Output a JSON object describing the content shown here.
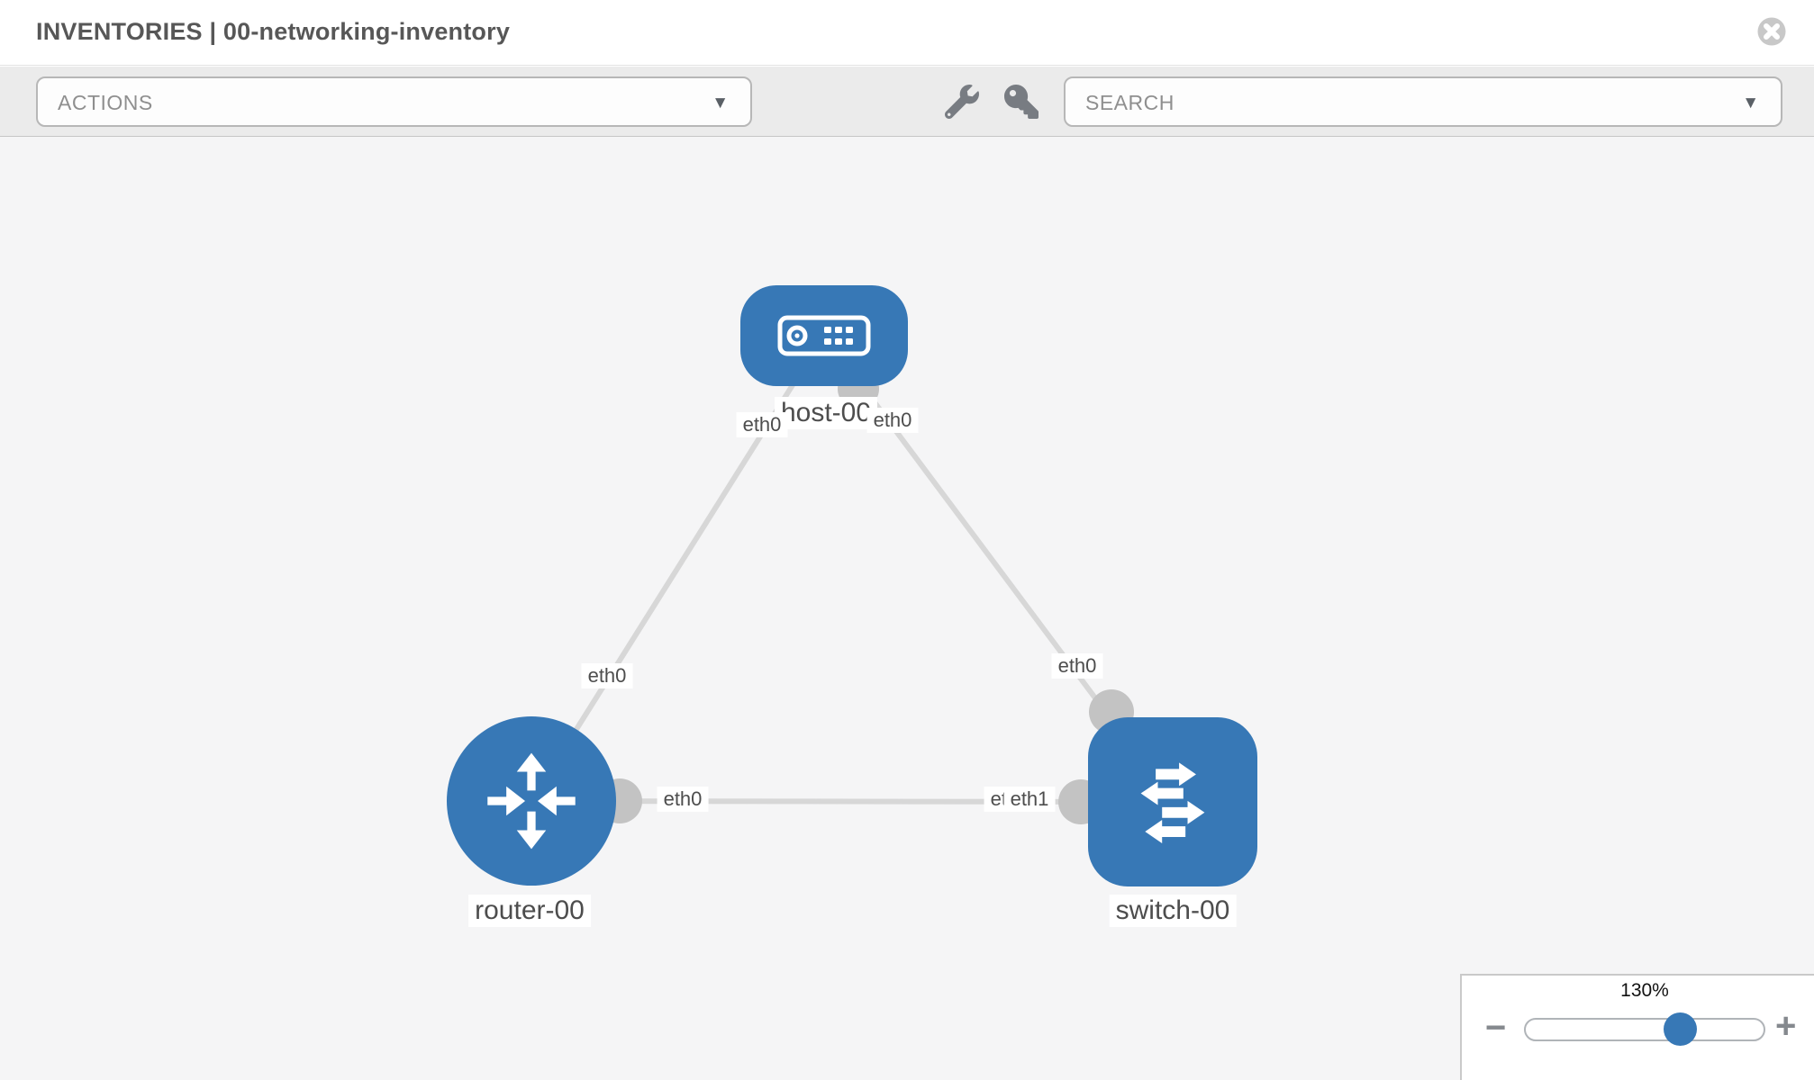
{
  "header": {
    "title": "INVENTORIES | 00-networking-inventory"
  },
  "toolbar": {
    "actions": {
      "label": "ACTIONS"
    },
    "search": {
      "placeholder": "SEARCH"
    },
    "caret_glyph": "▼"
  },
  "canvas": {
    "nodes": [
      {
        "id": "host-00",
        "label": "host-00",
        "type": "host"
      },
      {
        "id": "router-00",
        "label": "router-00",
        "type": "router"
      },
      {
        "id": "switch-00",
        "label": "switch-00",
        "type": "switch"
      }
    ],
    "links": [
      {
        "source": "router-00",
        "target": "host-00",
        "source_interface": "eth0",
        "target_interface": "eth0"
      },
      {
        "source": "host-00",
        "target": "switch-00",
        "source_interface": "eth0",
        "target_interface": "eth0"
      },
      {
        "source": "router-00",
        "target": "switch-00",
        "source_interface": "eth0",
        "target_interface": "eth1"
      }
    ],
    "interface_labels": {
      "host_left": "eth0",
      "host_right": "eth0",
      "router_host_mid": "eth0",
      "host_switch_mid": "eth0",
      "router_side": "eth0",
      "switch_side_eth0": "eth0",
      "switch_side_eth1": "eth1"
    },
    "colors": {
      "node_blue": "#3778b6",
      "edge_gray": "#d7d7d7",
      "connector_gray": "#c3c3c3",
      "canvas_bg": "#f5f5f6"
    }
  },
  "zoom": {
    "level": "130%",
    "minus": "−",
    "plus": "+"
  }
}
